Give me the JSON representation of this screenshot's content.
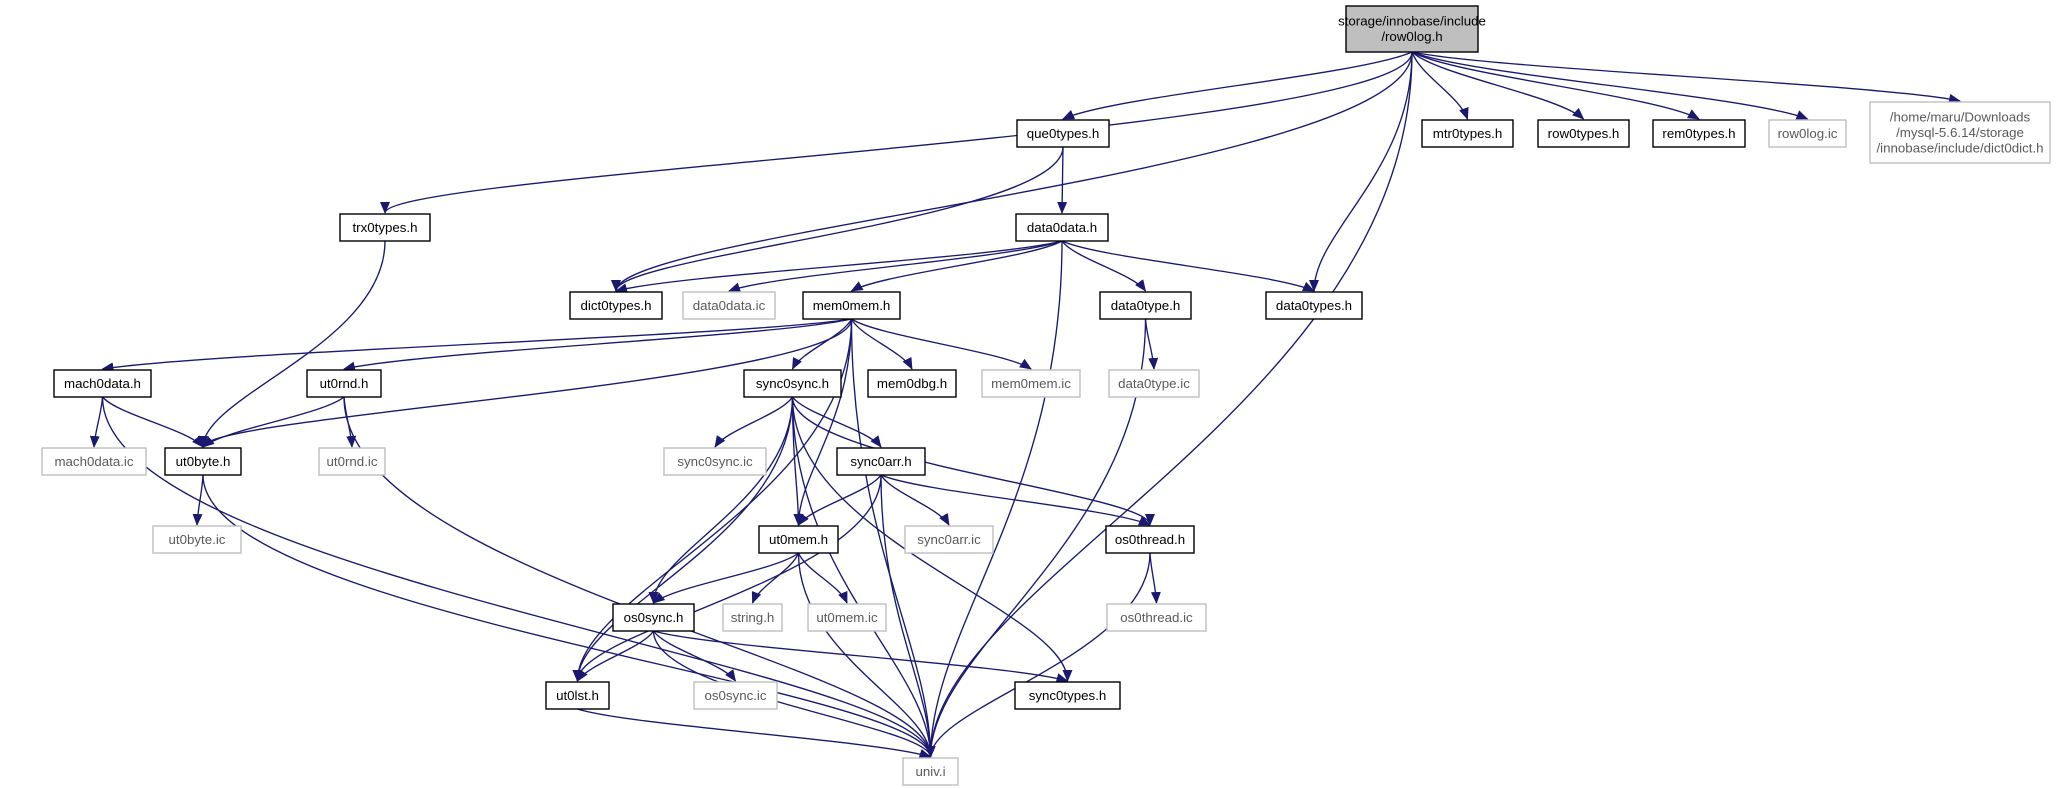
{
  "colors": {
    "edge": "#191970",
    "box_normal": "#000000",
    "box_muted": "#bfbfbf",
    "root_fill": "#bfbfbf"
  },
  "nodes": [
    {
      "id": "root",
      "lines": [
        "storage/innobase/include",
        "/row0log.h"
      ],
      "style": "root"
    },
    {
      "id": "trx0types",
      "lines": [
        "trx0types.h"
      ],
      "style": "normal"
    },
    {
      "id": "dict0types",
      "lines": [
        "dict0types.h"
      ],
      "style": "normal"
    },
    {
      "id": "que0types",
      "lines": [
        "que0types.h"
      ],
      "style": "normal"
    },
    {
      "id": "data0data",
      "lines": [
        "data0data.h"
      ],
      "style": "normal"
    },
    {
      "id": "data0data_ic",
      "lines": [
        "data0data.ic"
      ],
      "style": "muted"
    },
    {
      "id": "mem0mem",
      "lines": [
        "mem0mem.h"
      ],
      "style": "normal"
    },
    {
      "id": "data0type",
      "lines": [
        "data0type.h"
      ],
      "style": "normal"
    },
    {
      "id": "data0types",
      "lines": [
        "data0types.h"
      ],
      "style": "normal"
    },
    {
      "id": "mtr0types",
      "lines": [
        "mtr0types.h"
      ],
      "style": "normal"
    },
    {
      "id": "row0types",
      "lines": [
        "row0types.h"
      ],
      "style": "normal"
    },
    {
      "id": "rem0types",
      "lines": [
        "rem0types.h"
      ],
      "style": "normal"
    },
    {
      "id": "row0log_ic",
      "lines": [
        "row0log.ic"
      ],
      "style": "muted"
    },
    {
      "id": "dict0dict",
      "lines": [
        "/home/maru/Downloads",
        "/mysql-5.6.14/storage",
        "/innobase/include/dict0dict.h"
      ],
      "style": "muted"
    },
    {
      "id": "mach0data",
      "lines": [
        "mach0data.h"
      ],
      "style": "normal"
    },
    {
      "id": "ut0rnd",
      "lines": [
        "ut0rnd.h"
      ],
      "style": "normal"
    },
    {
      "id": "sync0sync",
      "lines": [
        "sync0sync.h"
      ],
      "style": "normal"
    },
    {
      "id": "mem0dbg",
      "lines": [
        "mem0dbg.h"
      ],
      "style": "normal"
    },
    {
      "id": "mem0mem_ic",
      "lines": [
        "mem0mem.ic"
      ],
      "style": "muted"
    },
    {
      "id": "data0type_ic",
      "lines": [
        "data0type.ic"
      ],
      "style": "muted"
    },
    {
      "id": "mach0data_ic",
      "lines": [
        "mach0data.ic"
      ],
      "style": "muted"
    },
    {
      "id": "ut0byte",
      "lines": [
        "ut0byte.h"
      ],
      "style": "normal"
    },
    {
      "id": "ut0rnd_ic",
      "lines": [
        "ut0rnd.ic"
      ],
      "style": "muted"
    },
    {
      "id": "sync0sync_ic",
      "lines": [
        "sync0sync.ic"
      ],
      "style": "muted"
    },
    {
      "id": "sync0arr",
      "lines": [
        "sync0arr.h"
      ],
      "style": "normal"
    },
    {
      "id": "ut0byte_ic",
      "lines": [
        "ut0byte.ic"
      ],
      "style": "muted"
    },
    {
      "id": "ut0mem",
      "lines": [
        "ut0mem.h"
      ],
      "style": "normal"
    },
    {
      "id": "sync0arr_ic",
      "lines": [
        "sync0arr.ic"
      ],
      "style": "muted"
    },
    {
      "id": "os0thread",
      "lines": [
        "os0thread.h"
      ],
      "style": "normal"
    },
    {
      "id": "os0sync",
      "lines": [
        "os0sync.h"
      ],
      "style": "normal"
    },
    {
      "id": "string",
      "lines": [
        "string.h"
      ],
      "style": "muted"
    },
    {
      "id": "ut0mem_ic",
      "lines": [
        "ut0mem.ic"
      ],
      "style": "muted"
    },
    {
      "id": "os0thread_ic",
      "lines": [
        "os0thread.ic"
      ],
      "style": "muted"
    },
    {
      "id": "ut0lst",
      "lines": [
        "ut0lst.h"
      ],
      "style": "normal"
    },
    {
      "id": "os0sync_ic",
      "lines": [
        "os0sync.ic"
      ],
      "style": "muted"
    },
    {
      "id": "sync0types",
      "lines": [
        "sync0types.h"
      ],
      "style": "normal"
    },
    {
      "id": "univ",
      "lines": [
        "univ.i"
      ],
      "style": "muted"
    }
  ],
  "edges": [
    {
      "from": "root",
      "to": "trx0types"
    },
    {
      "from": "root",
      "to": "dict0types"
    },
    {
      "from": "root",
      "to": "que0types"
    },
    {
      "from": "root",
      "to": "data0types"
    },
    {
      "from": "root",
      "to": "univ"
    },
    {
      "from": "root",
      "to": "mtr0types"
    },
    {
      "from": "root",
      "to": "row0types"
    },
    {
      "from": "root",
      "to": "rem0types"
    },
    {
      "from": "root",
      "to": "row0log_ic"
    },
    {
      "from": "root",
      "to": "dict0dict"
    },
    {
      "from": "trx0types",
      "to": "ut0byte"
    },
    {
      "from": "que0types",
      "to": "dict0types"
    },
    {
      "from": "que0types",
      "to": "data0data"
    },
    {
      "from": "data0data",
      "to": "dict0types"
    },
    {
      "from": "data0data",
      "to": "data0data_ic"
    },
    {
      "from": "data0data",
      "to": "mem0mem"
    },
    {
      "from": "data0data",
      "to": "data0type"
    },
    {
      "from": "data0data",
      "to": "data0types"
    },
    {
      "from": "data0data",
      "to": "univ"
    },
    {
      "from": "mem0mem",
      "to": "mach0data"
    },
    {
      "from": "mem0mem",
      "to": "ut0byte"
    },
    {
      "from": "mem0mem",
      "to": "ut0rnd"
    },
    {
      "from": "mem0mem",
      "to": "univ"
    },
    {
      "from": "mem0mem",
      "to": "ut0lst"
    },
    {
      "from": "mem0mem",
      "to": "ut0mem"
    },
    {
      "from": "mem0mem",
      "to": "sync0sync"
    },
    {
      "from": "mem0mem",
      "to": "mem0dbg"
    },
    {
      "from": "mem0mem",
      "to": "mem0mem_ic"
    },
    {
      "from": "data0type",
      "to": "data0type_ic"
    },
    {
      "from": "data0type",
      "to": "univ"
    },
    {
      "from": "mach0data",
      "to": "mach0data_ic"
    },
    {
      "from": "mach0data",
      "to": "ut0byte"
    },
    {
      "from": "mach0data",
      "to": "univ"
    },
    {
      "from": "ut0rnd",
      "to": "ut0byte"
    },
    {
      "from": "ut0rnd",
      "to": "ut0rnd_ic"
    },
    {
      "from": "ut0rnd",
      "to": "univ"
    },
    {
      "from": "ut0byte",
      "to": "ut0byte_ic"
    },
    {
      "from": "ut0byte",
      "to": "univ"
    },
    {
      "from": "sync0sync",
      "to": "sync0sync_ic"
    },
    {
      "from": "sync0sync",
      "to": "sync0arr"
    },
    {
      "from": "sync0sync",
      "to": "ut0mem"
    },
    {
      "from": "sync0sync",
      "to": "os0thread"
    },
    {
      "from": "sync0sync",
      "to": "os0sync"
    },
    {
      "from": "sync0sync",
      "to": "ut0lst"
    },
    {
      "from": "sync0sync",
      "to": "sync0types"
    },
    {
      "from": "sync0sync",
      "to": "univ"
    },
    {
      "from": "sync0arr",
      "to": "ut0mem"
    },
    {
      "from": "sync0arr",
      "to": "sync0arr_ic"
    },
    {
      "from": "sync0arr",
      "to": "os0thread"
    },
    {
      "from": "sync0arr",
      "to": "ut0lst"
    },
    {
      "from": "sync0arr",
      "to": "univ"
    },
    {
      "from": "ut0mem",
      "to": "os0sync"
    },
    {
      "from": "ut0mem",
      "to": "string"
    },
    {
      "from": "ut0mem",
      "to": "ut0mem_ic"
    },
    {
      "from": "ut0mem",
      "to": "univ"
    },
    {
      "from": "os0thread",
      "to": "os0thread_ic"
    },
    {
      "from": "os0thread",
      "to": "univ"
    },
    {
      "from": "os0sync",
      "to": "ut0lst"
    },
    {
      "from": "os0sync",
      "to": "os0sync_ic"
    },
    {
      "from": "os0sync",
      "to": "sync0types"
    },
    {
      "from": "os0sync",
      "to": "univ"
    },
    {
      "from": "ut0lst",
      "to": "univ"
    }
  ]
}
